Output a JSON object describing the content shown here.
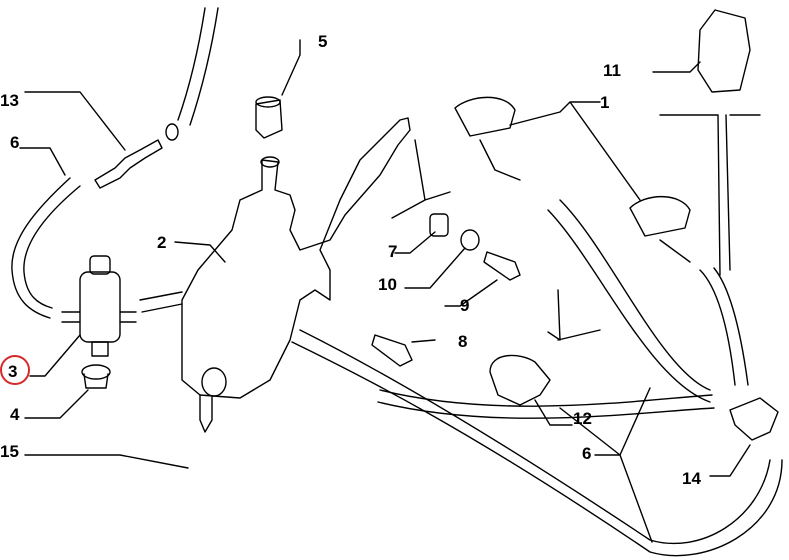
{
  "diagram": {
    "title": "Windscreen washer system exploded parts diagram",
    "highlight_color": "#d42a2a",
    "line_color": "#000000",
    "background": "#ffffff",
    "callouts": [
      {
        "id": "1",
        "part": "washer nozzle"
      },
      {
        "id": "2",
        "part": "washer reservoir"
      },
      {
        "id": "3",
        "part": "washer pump",
        "highlighted": true
      },
      {
        "id": "4",
        "part": "pump grommet"
      },
      {
        "id": "5",
        "part": "cap / plug"
      },
      {
        "id": "6",
        "part": "hose"
      },
      {
        "id": "7",
        "part": "nut"
      },
      {
        "id": "8",
        "part": "bolt"
      },
      {
        "id": "9",
        "part": "bolt"
      },
      {
        "id": "10",
        "part": "washer"
      },
      {
        "id": "11",
        "part": "hose clip"
      },
      {
        "id": "12",
        "part": "clamp"
      },
      {
        "id": "13",
        "part": "check valve connector"
      },
      {
        "id": "14",
        "part": "T-connector"
      },
      {
        "id": "15",
        "part": "grommet"
      }
    ]
  }
}
